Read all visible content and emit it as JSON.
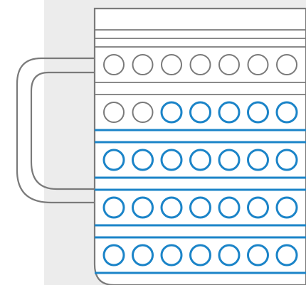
{
  "diagram": {
    "rows": [
      {
        "empty": 7,
        "filled": 0
      },
      {
        "empty": 2,
        "filled": 5
      },
      {
        "empty": 0,
        "filled": 7
      },
      {
        "empty": 0,
        "filled": 7
      },
      {
        "empty": 0,
        "filled": 7
      }
    ],
    "colors": {
      "background": "#ececec",
      "outline": "#7a7a7a",
      "empty_circle": "#7a7a7a",
      "filled_circle": "#1b84c8",
      "filled_line": "#1b84c8",
      "mug_fill": "#ffffff"
    }
  }
}
